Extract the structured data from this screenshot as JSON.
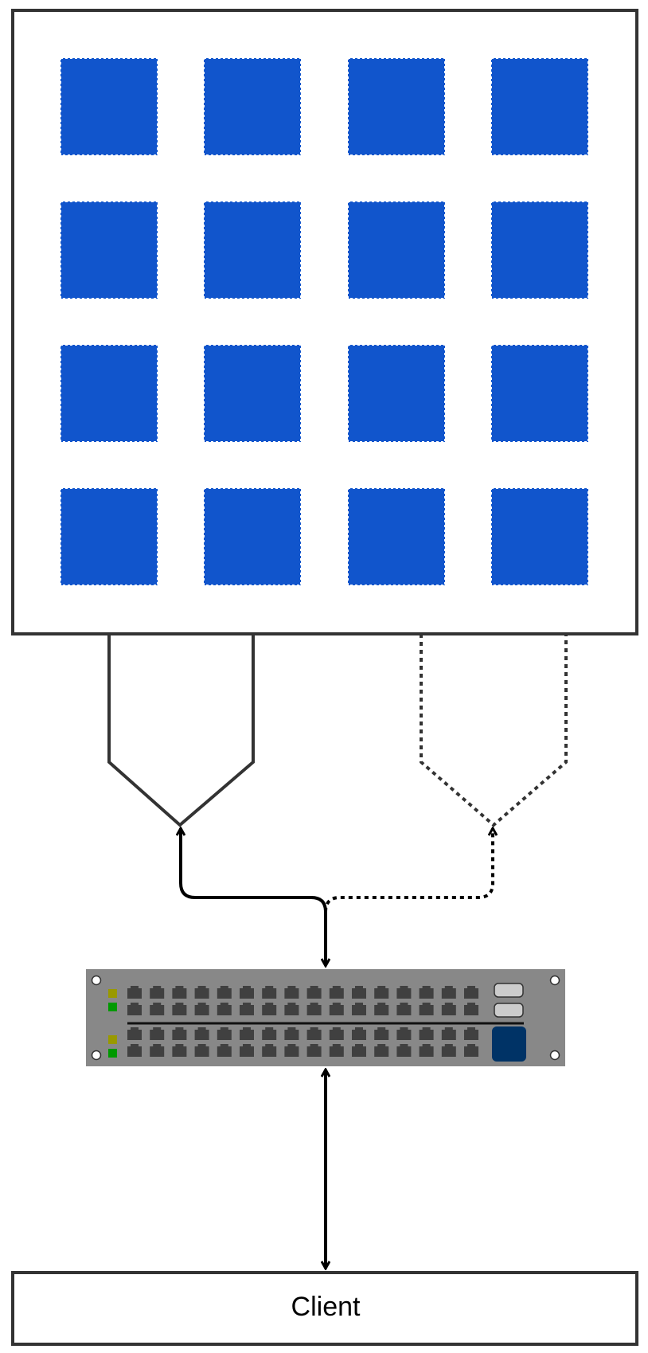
{
  "diagram": {
    "cluster": {
      "rows": 4,
      "cols": 4,
      "node_color": "#1155cc",
      "node_border_color": "#ffffff",
      "frame_color": "#333333"
    },
    "connections": {
      "active": {
        "style": "solid"
      },
      "standby": {
        "style": "dotted"
      }
    },
    "switch": {
      "body_color": "#888888",
      "port_color": "#404040",
      "led_colors": [
        "#999900",
        "#009900"
      ],
      "module_color": "#003366",
      "port_rows": 4,
      "ports_per_row": 16
    },
    "client": {
      "label": "Client"
    }
  }
}
